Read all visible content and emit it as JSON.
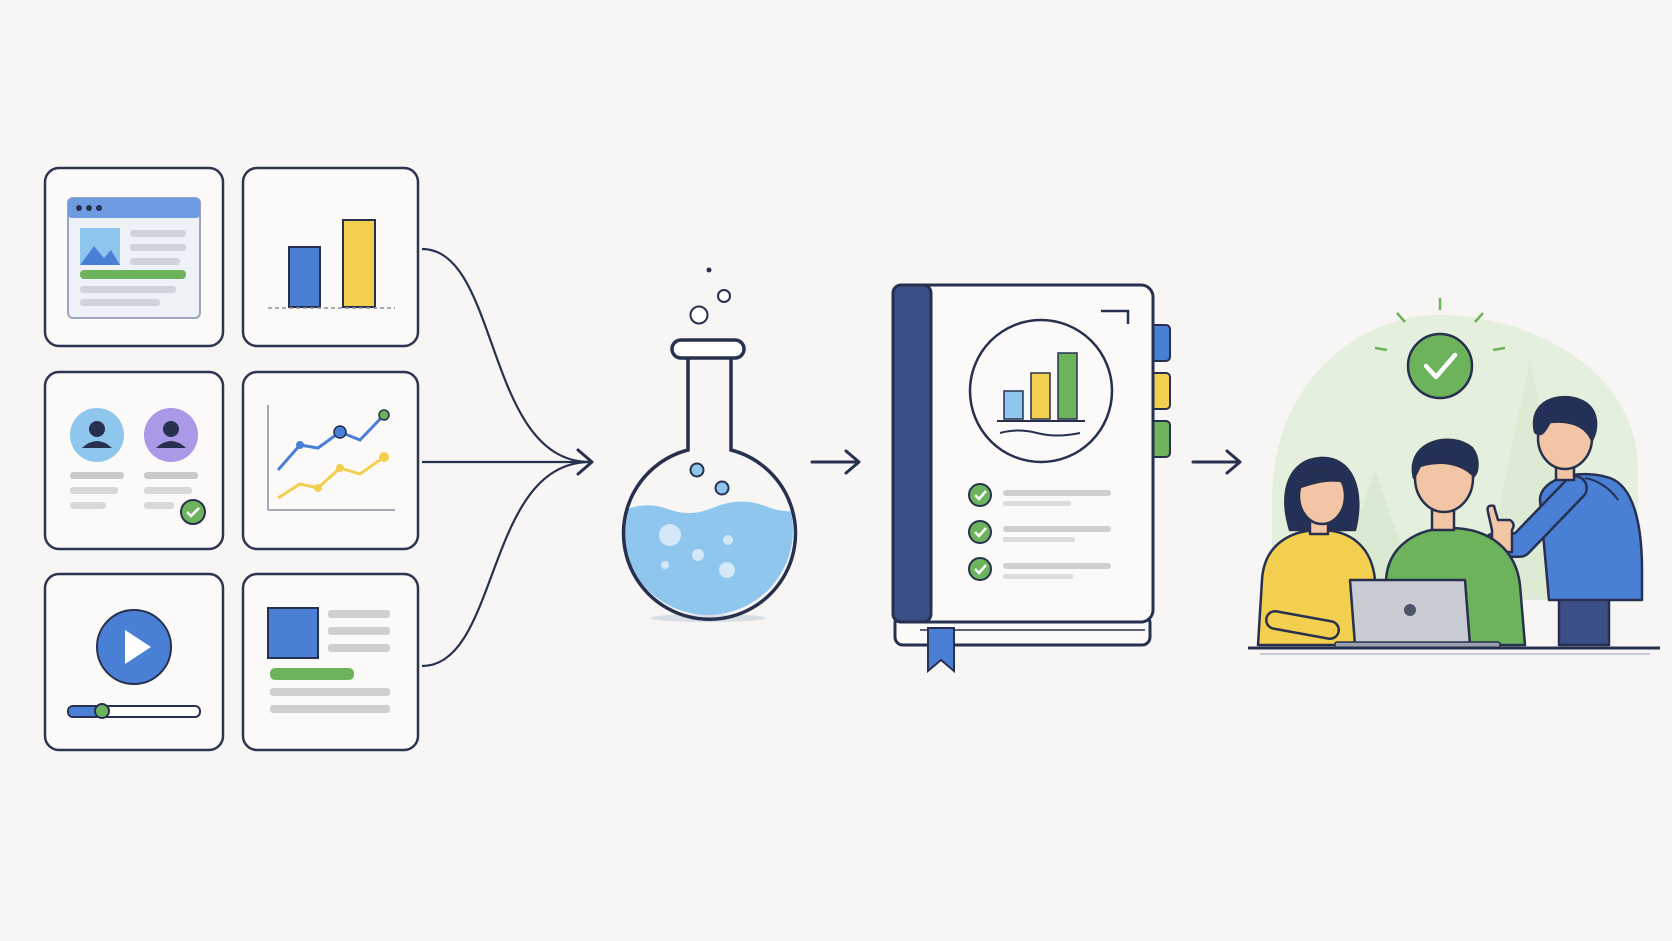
{
  "colors": {
    "background": "#f8f6f4",
    "outline": "#27314f",
    "card_border": "#2d3550",
    "blue": "#4a7fd6",
    "blue_dark": "#3a5c9e",
    "navy": "#3b4e86",
    "yellow": "#f3cf4f",
    "green": "#6cb35b",
    "green_dark": "#4e9a44",
    "light_blue": "#8fc6ee",
    "purple": "#a999e6",
    "gray": "#cfcfcf",
    "skin": "#f2c6a4",
    "hair": "#233058"
  },
  "diagram": {
    "stages": [
      {
        "id": "sources",
        "icon": "content-source-cards-icon"
      },
      {
        "id": "process",
        "icon": "flask-icon"
      },
      {
        "id": "knowledge",
        "icon": "notebook-icon"
      },
      {
        "id": "outcome",
        "icon": "team-collaboration-icon"
      }
    ],
    "source_cards": [
      {
        "id": "webpage",
        "icon": "webpage-icon"
      },
      {
        "id": "bar-chart",
        "icon": "bar-chart-icon"
      },
      {
        "id": "profiles",
        "icon": "user-profiles-icon"
      },
      {
        "id": "line-chart",
        "icon": "line-chart-icon"
      },
      {
        "id": "video",
        "icon": "video-player-icon"
      },
      {
        "id": "article",
        "icon": "article-icon"
      }
    ]
  }
}
